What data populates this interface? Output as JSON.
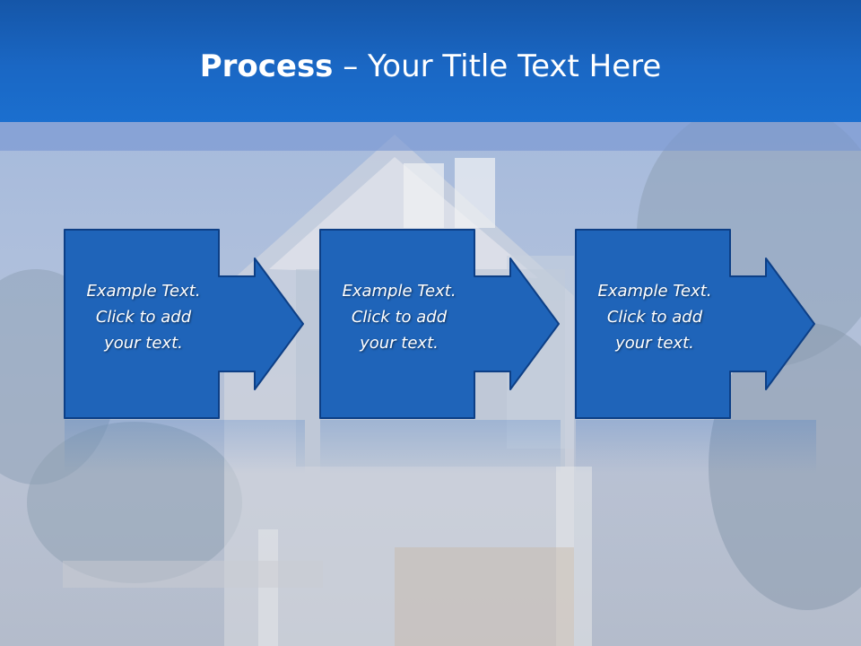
{
  "slide": {
    "title_bold": "Process",
    "title_rest": " – Your Title Text Here",
    "colors": {
      "title_bar": "#1a67c4",
      "box_fill": "#1f64b9",
      "box_stroke": "#0d3f86",
      "text": "#ffffff"
    }
  },
  "steps": [
    {
      "line1": "Example Text.",
      "line2": "Click  to add",
      "line3": "your text."
    },
    {
      "line1": "Example Text.",
      "line2": "Click  to add",
      "line3": "your text."
    },
    {
      "line1": "Example Text.",
      "line2": "Click  to add",
      "line3": "your text."
    }
  ]
}
